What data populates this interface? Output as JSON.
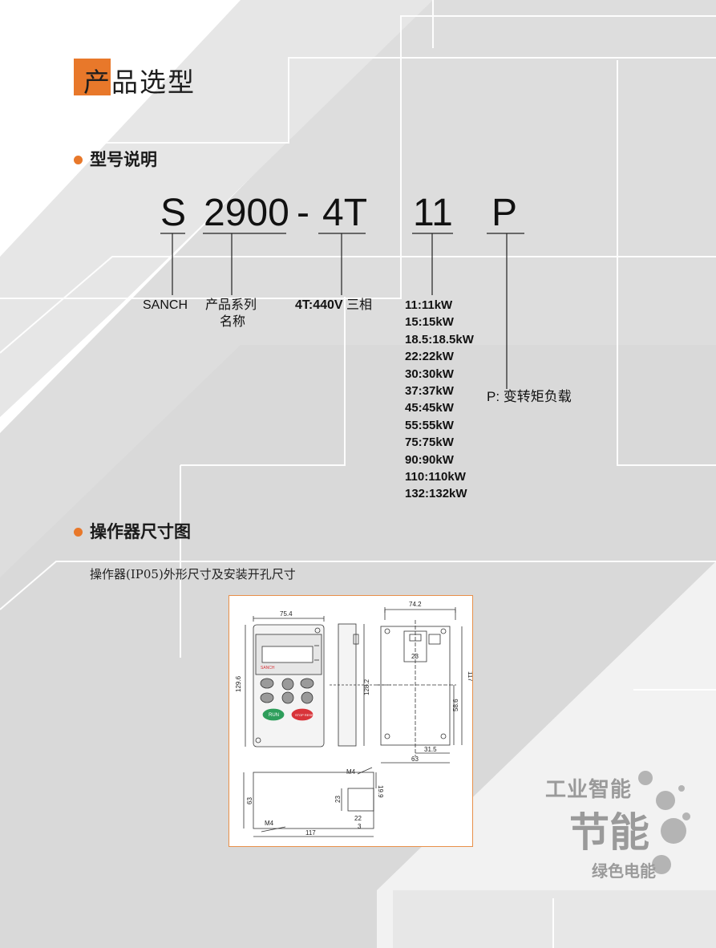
{
  "page_title": "产品选型",
  "sections": {
    "model": "型号说明",
    "keypad": "操作器尺寸图"
  },
  "model_code": {
    "parts": [
      "S",
      "2900",
      "-",
      "4T",
      "11",
      "P"
    ]
  },
  "labels": {
    "brand": "SANCH",
    "series_line1": "产品系列",
    "series_line2": "名称",
    "voltage_bold": "4T:440V",
    "voltage_rest": "三相",
    "suffix": "P: 变转矩负载"
  },
  "power_ratings": [
    "11:11kW",
    "15:15kW",
    "18.5:18.5kW",
    "22:22kW",
    "30:30kW",
    "37:37kW",
    "45:45kW",
    "55:55kW",
    "75:75kW",
    "90:90kW",
    "110:110kW",
    "132:132kW"
  ],
  "keypad_description": "操作器(IP05)外形尺寸及安装开孔尺寸",
  "drawing": {
    "front": {
      "width": "75.4",
      "height": "129.6",
      "brand": "SANCH",
      "run": "RUN",
      "stop": "STOP RESET"
    },
    "side": {
      "height": "128.2"
    },
    "cutout": {
      "width": "74.2",
      "height": "117",
      "slot": "23",
      "offset_v": "58.6",
      "offset_h": "31.5",
      "bottom": "63"
    },
    "bottom_view": {
      "screw_top": "M4",
      "screw_bottom": "M4",
      "h": "63",
      "w": "117",
      "a": "19.9",
      "b": "23",
      "c": "22",
      "d": "3"
    }
  },
  "logo": {
    "line1": "工业智能",
    "line2": "节能",
    "line3": "绿色电能"
  },
  "colors": {
    "accent": "#e8782a",
    "background_stripes": "#d9d9d9"
  }
}
